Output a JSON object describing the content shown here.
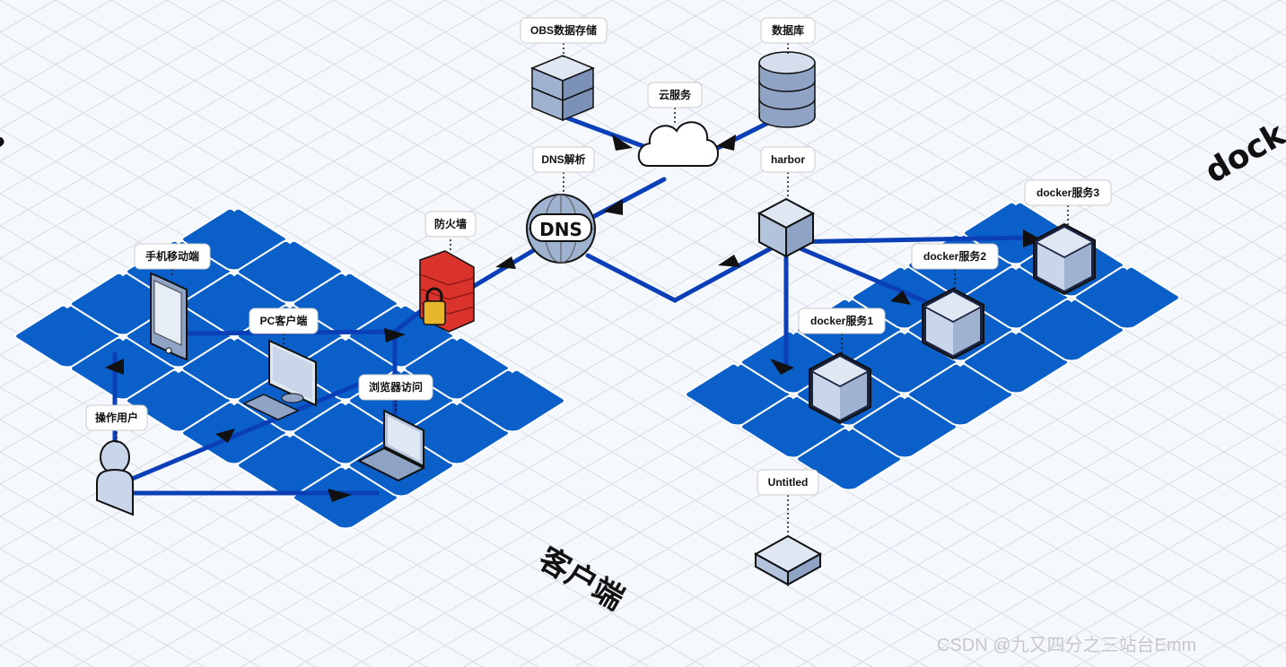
{
  "labels": {
    "obs": "OBS数据存储",
    "db": "数据库",
    "cloud": "云服务",
    "dns_parse": "DNS解析",
    "dns_icon": "DNS",
    "harbor": "harbor",
    "firewall": "防火墙",
    "mobile": "手机移动端",
    "pc": "PC客户端",
    "browser": "浏览器访问",
    "user": "操作用户",
    "docker1": "docker服务1",
    "docker2": "docker服务2",
    "docker3": "docker服务3",
    "untitled": "Untitled"
  },
  "region_titles": {
    "client": "客户端",
    "docker_partial": "dock",
    "left_partial": "s"
  },
  "watermark": "CSDN @九又四分之三站台Emm",
  "colors": {
    "tile": "#0a5fc8",
    "link": "#0a3fb8",
    "device_light": "#c9d5e8",
    "device_mid": "#8fa3c4",
    "firewall_red": "#d9332b",
    "lock": "#e8b62a"
  }
}
